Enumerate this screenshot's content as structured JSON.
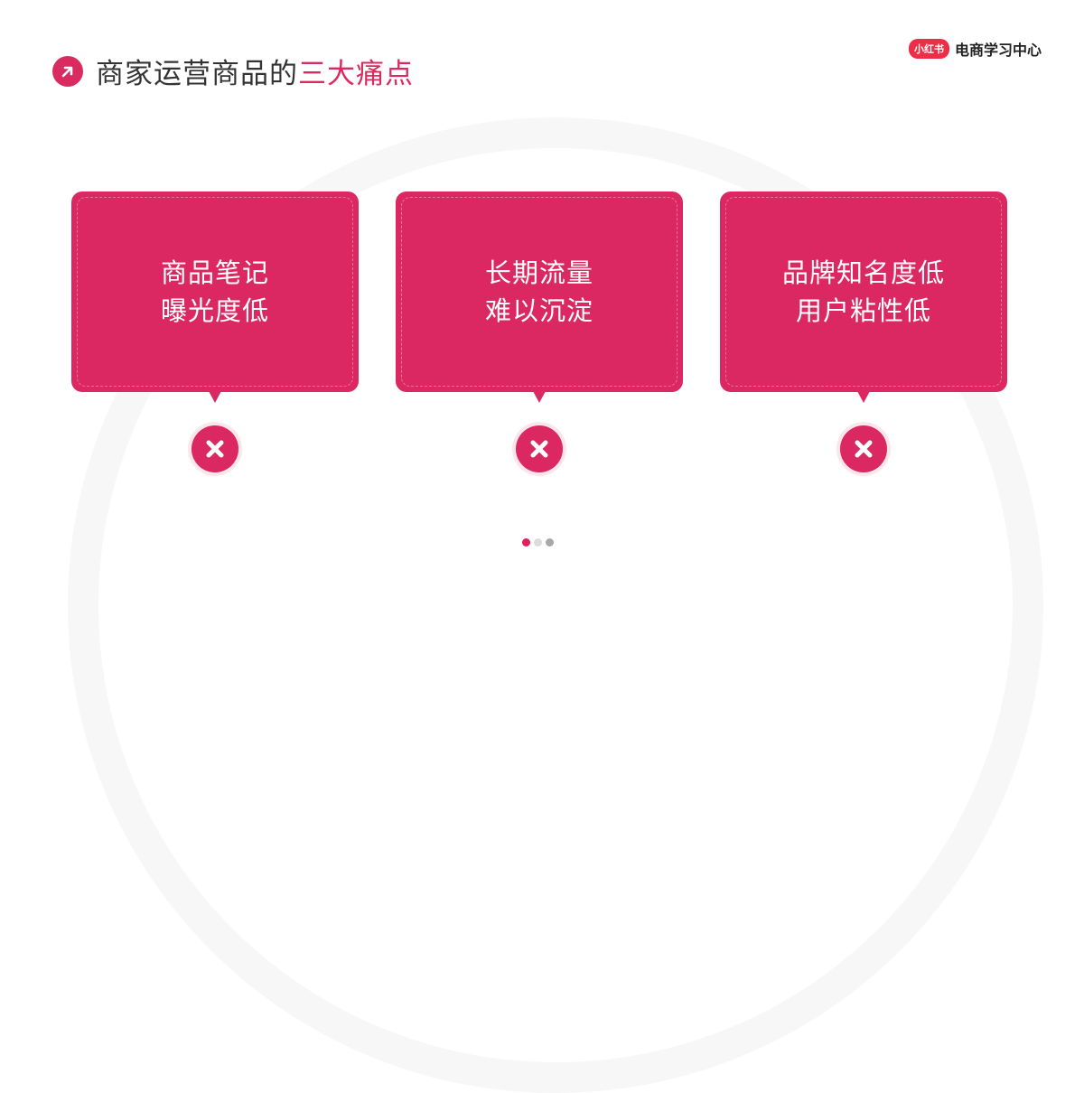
{
  "header": {
    "title_main": "商家运营商品的",
    "title_highlight": "三大痛点",
    "icon": "arrow-up-right-icon"
  },
  "brand": {
    "badge": "小红书",
    "text": "电商学习中心"
  },
  "cards": [
    {
      "line1": "商品笔记",
      "line2": "曝光度低",
      "status_icon": "x-icon"
    },
    {
      "line1": "长期流量",
      "line2": "难以沉淀",
      "status_icon": "x-icon"
    },
    {
      "line1": "品牌知名度低",
      "line2": "用户粘性低",
      "status_icon": "x-icon"
    }
  ],
  "pagination": {
    "count": 3,
    "active_index": 0,
    "colors": [
      "#e01e5a",
      "#dcdcdc",
      "#a8a8a8"
    ]
  },
  "colors": {
    "accent": "#dc2862",
    "title_text": "#333333"
  }
}
